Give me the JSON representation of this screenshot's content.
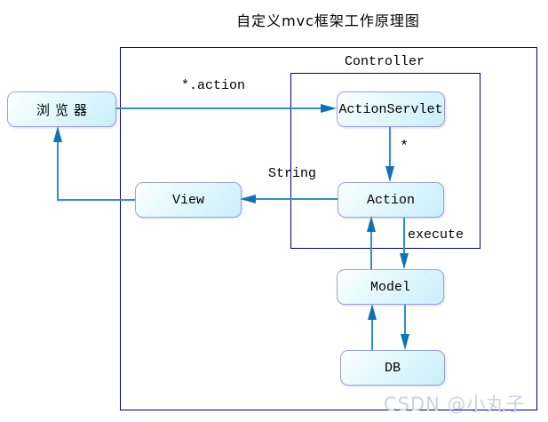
{
  "title": "自定义mvc框架工作原理图",
  "watermark": "CSDN @小丸子",
  "colors": {
    "frame_border": "#00008b",
    "node_border": "#9aa2d8",
    "node_fill_top": "#ffffff",
    "node_fill_bottom": "#c9eefa",
    "arrow_line": "#2b90cc",
    "arrow_head": "#0e72b8",
    "watermark_text": "#ccd2e2",
    "text": "#000000"
  },
  "containers": {
    "controller": {
      "label": "Controller"
    }
  },
  "nodes": {
    "browser": {
      "label": "浏览器"
    },
    "action_servlet": {
      "label": "ActionServlet"
    },
    "view": {
      "label": "View"
    },
    "action": {
      "label": "Action"
    },
    "model": {
      "label": "Model"
    },
    "db": {
      "label": "DB"
    }
  },
  "edge_labels": {
    "request": "*.action",
    "dispatch": "*",
    "string_result": "String",
    "execute": "execute"
  },
  "edges": [
    {
      "from": "browser",
      "to": "action_servlet",
      "label": "*.action",
      "direction": "right"
    },
    {
      "from": "action_servlet",
      "to": "action",
      "label": "*",
      "direction": "down"
    },
    {
      "from": "action",
      "to": "view",
      "label": "String",
      "direction": "left"
    },
    {
      "from": "view",
      "to": "browser",
      "label": "",
      "direction": "up"
    },
    {
      "from": "action",
      "to": "model",
      "label": "execute",
      "direction": "down"
    },
    {
      "from": "model",
      "to": "action",
      "label": "",
      "direction": "up"
    },
    {
      "from": "model",
      "to": "db",
      "label": "",
      "direction": "down"
    },
    {
      "from": "db",
      "to": "model",
      "label": "",
      "direction": "up"
    }
  ]
}
